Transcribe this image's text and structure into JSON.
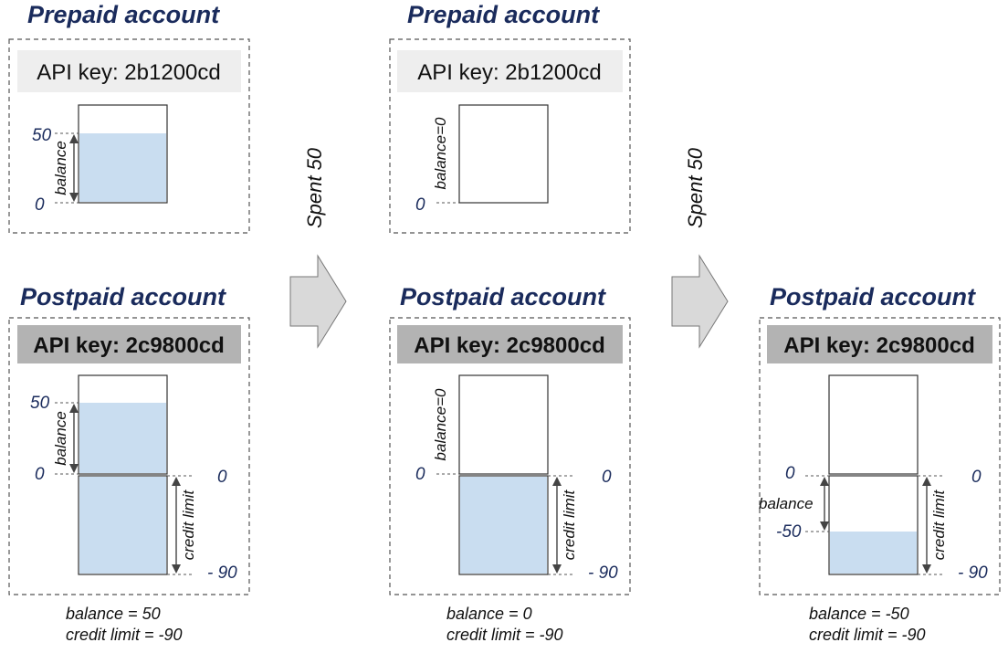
{
  "prepaid_title": "Prepaid account",
  "postpaid_title": "Postpaid account",
  "prepaid_key": "API key: 2b1200cd",
  "postpaid_key": "API key: 2c9800cd",
  "spent_label": "Spent  50",
  "labels": {
    "balance": "balance",
    "balance_zero": "balance=0",
    "credit_limit": "credit limit"
  },
  "axis": {
    "fifty": "50",
    "zero": "0",
    "neg_fifty": "-50",
    "neg_ninety": "- 90"
  },
  "states": [
    {
      "balance": 50,
      "credit_limit": -90,
      "note_balance": "balance = 50",
      "note_credit": "credit limit = -90"
    },
    {
      "balance": 0,
      "credit_limit": -90,
      "note_balance": "balance = 0",
      "note_credit": "credit limit = -90"
    },
    {
      "balance": -50,
      "credit_limit": -90,
      "note_balance": "balance = -50",
      "note_credit": "credit limit = -90"
    }
  ],
  "colors": {
    "title": "#1a2b5c",
    "fill": "#c9ddf0",
    "prepaid_key_bg": "#eeeeee",
    "postpaid_key_bg": "#b3b3b3",
    "arrow": "#d9d9d9"
  }
}
